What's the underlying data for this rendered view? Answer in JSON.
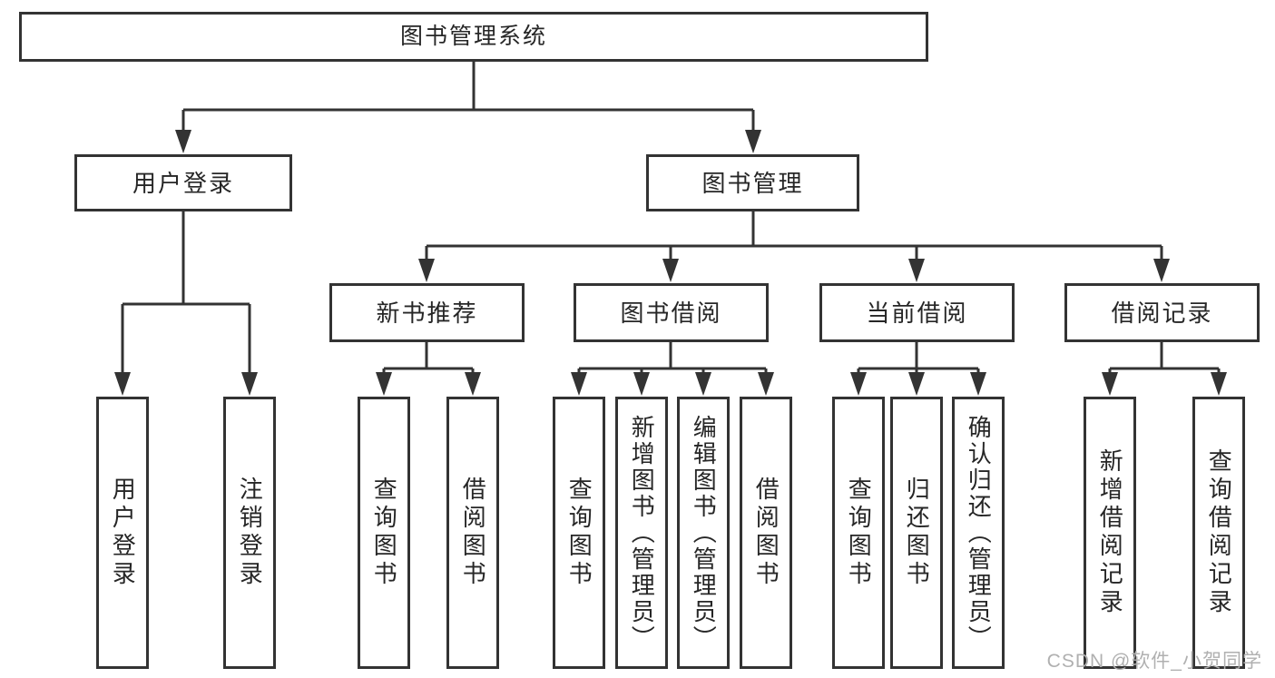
{
  "diagram": {
    "root": {
      "label": "图书管理系统"
    },
    "level2": [
      {
        "label": "用户登录"
      },
      {
        "label": "图书管理"
      }
    ],
    "level3": [
      {
        "label": "新书推荐"
      },
      {
        "label": "图书借阅"
      },
      {
        "label": "当前借阅"
      },
      {
        "label": "借阅记录"
      }
    ],
    "leaves": {
      "user_login": [
        {
          "label": "用户登录"
        },
        {
          "label": "注销登录"
        }
      ],
      "new_books": [
        {
          "label": "查询图书"
        },
        {
          "label": "借阅图书"
        }
      ],
      "book_borrow": [
        {
          "label": "查询图书"
        },
        {
          "label": "新增图书（管理员）"
        },
        {
          "label": "编辑图书（管理员）"
        },
        {
          "label": "借阅图书"
        }
      ],
      "current_borrow": [
        {
          "label": "查询图书"
        },
        {
          "label": "归还图书"
        },
        {
          "label": "确认归还（管理员）"
        }
      ],
      "borrow_records": [
        {
          "label": "新增借阅记录"
        },
        {
          "label": "查询借阅记录"
        }
      ]
    },
    "colors": {
      "line": "#333333",
      "text": "#262626",
      "background": "#ffffff",
      "watermark": "#b0b0b0"
    }
  },
  "watermark": {
    "text": "CSDN @软件_小贺同学"
  }
}
